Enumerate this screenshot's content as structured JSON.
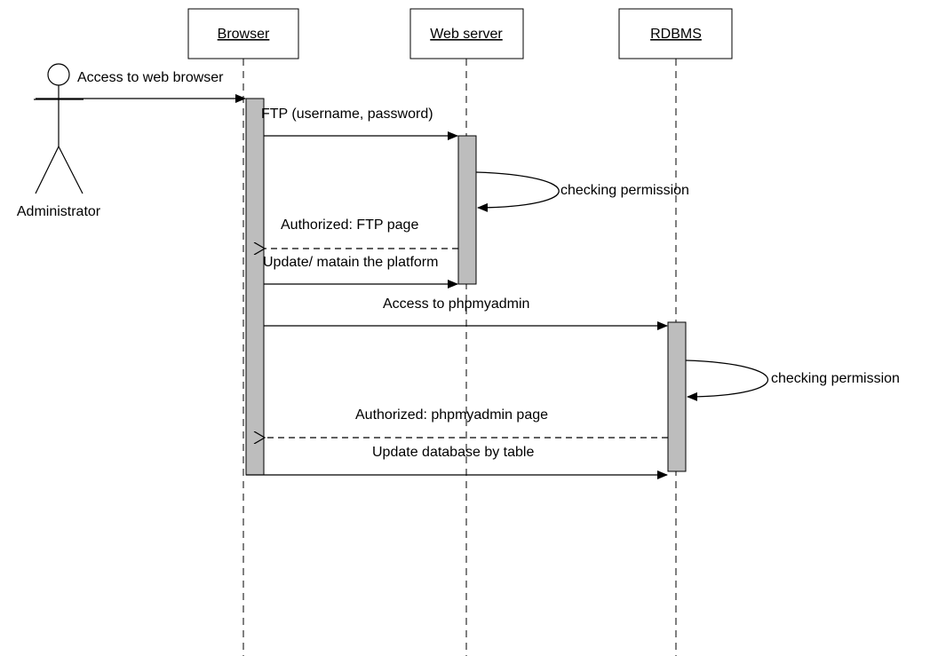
{
  "actor": {
    "name": "Administrator"
  },
  "participants": {
    "browser": "Browser",
    "web_server": "Web server",
    "rdbms": "RDBMS"
  },
  "messages": {
    "m1": "Access to web browser",
    "m2": "FTP (username, password)",
    "m3": "checking permission",
    "m4": "Authorized: FTP page",
    "m5": "Update/ matain the platform",
    "m6": "Access to phpmyadmin",
    "m7": "checking permission",
    "m8": "Authorized: phpmyadmin page",
    "m9": "Update database by table"
  }
}
